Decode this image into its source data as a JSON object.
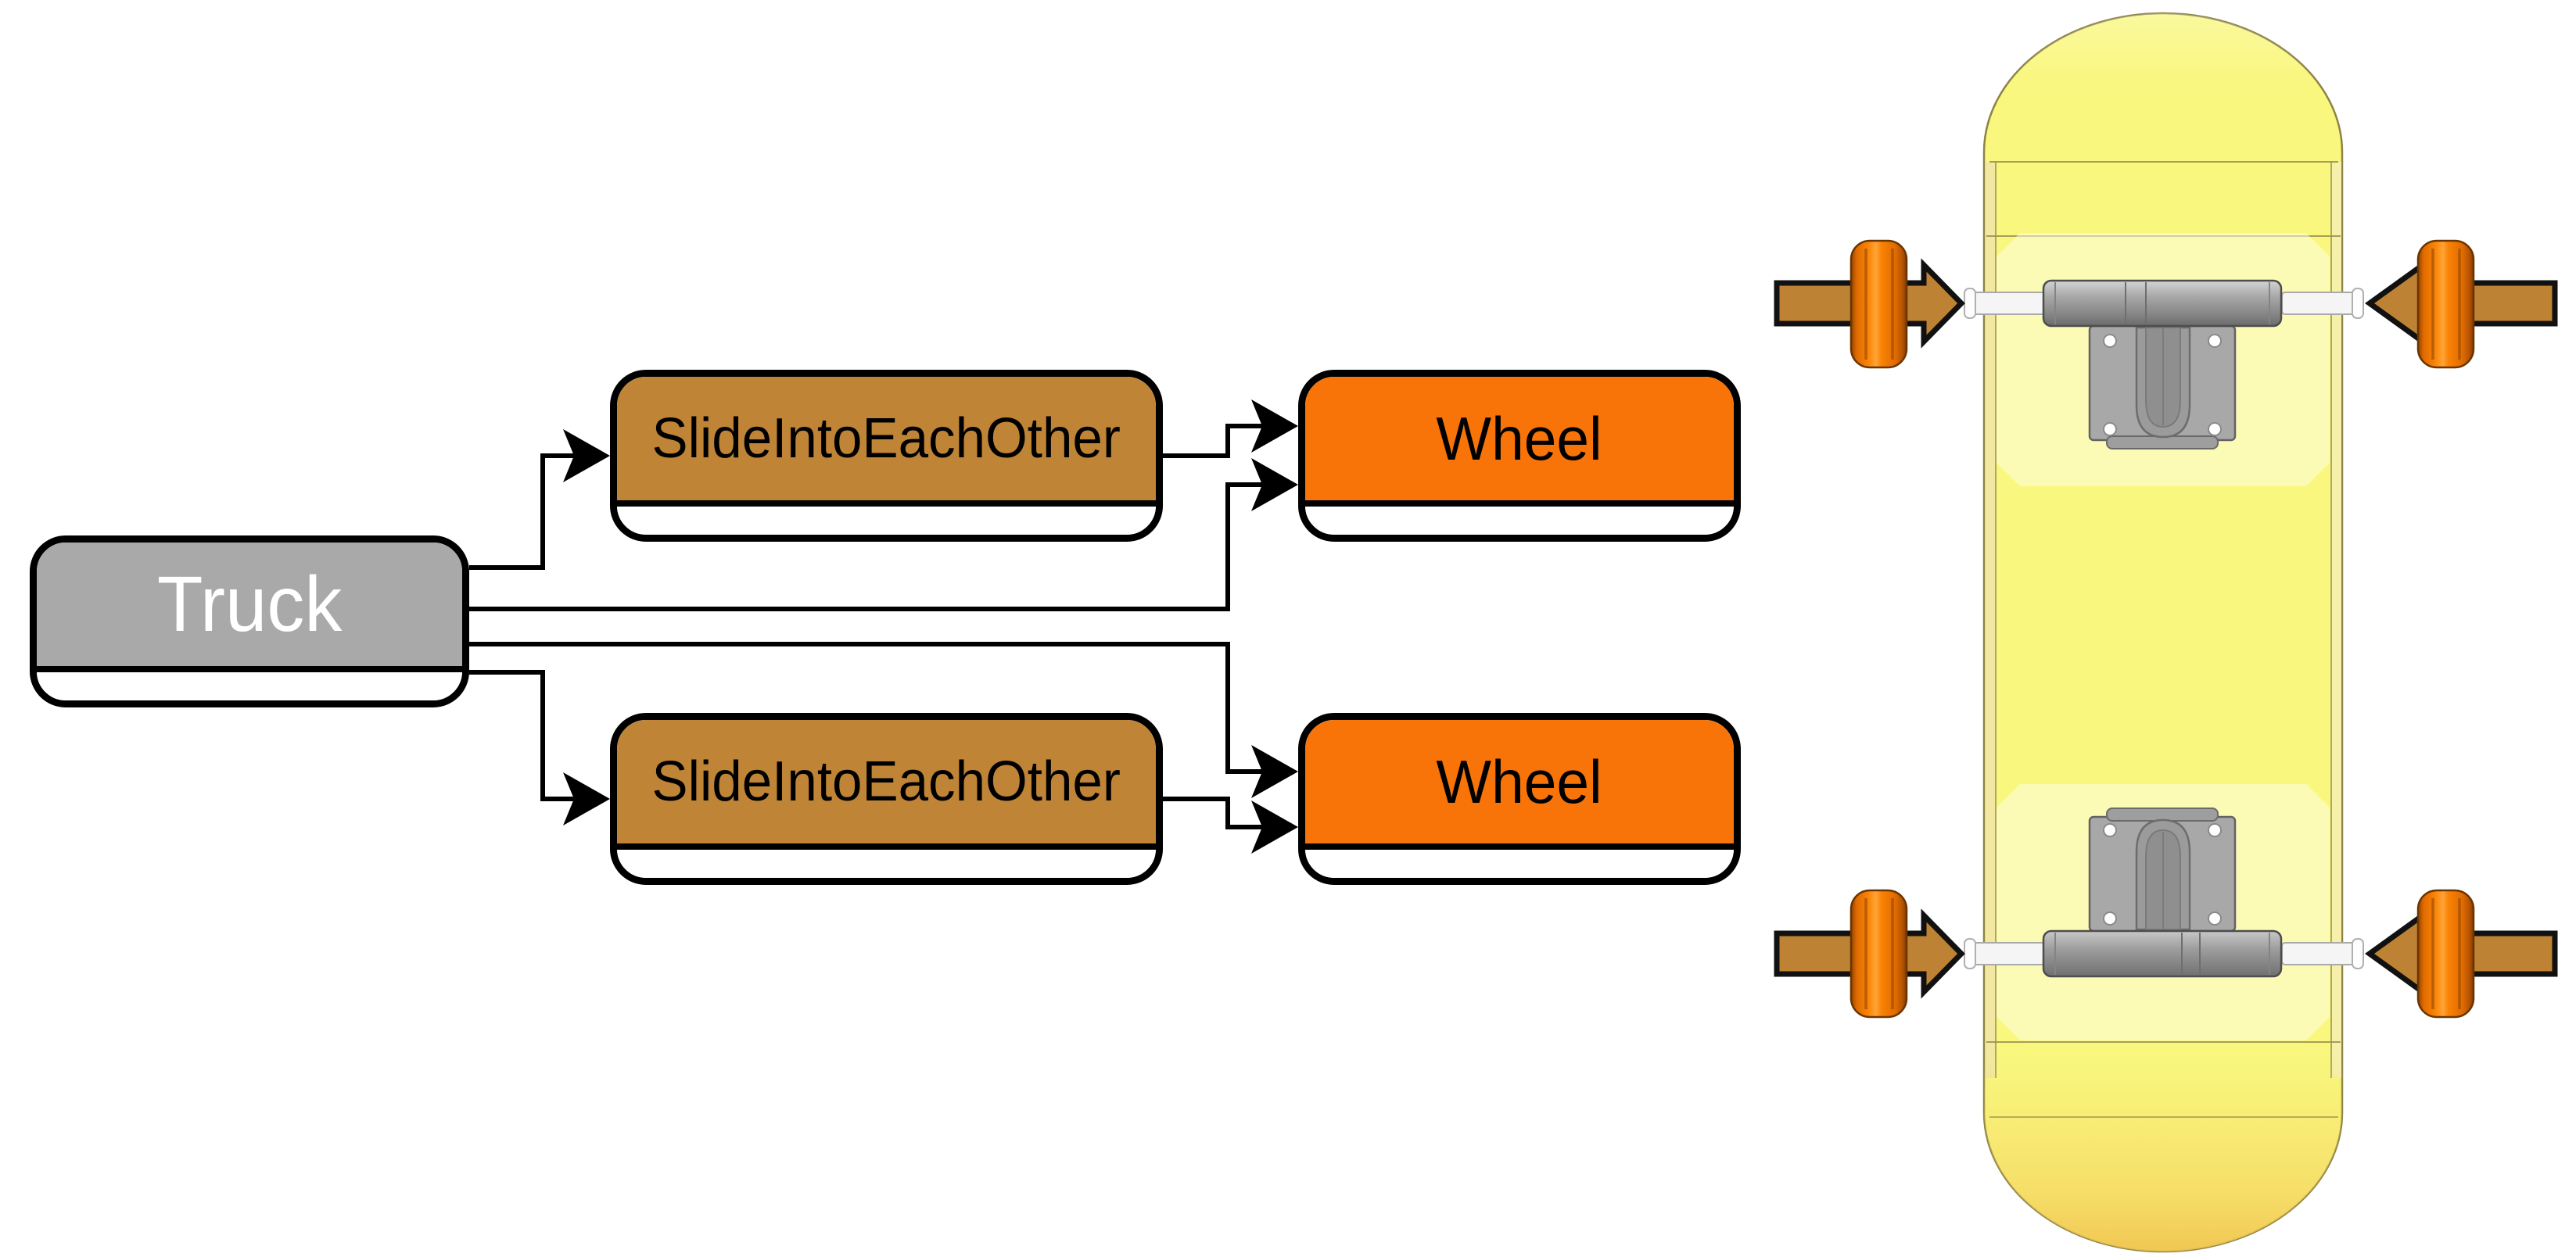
{
  "figure": {
    "background": "#ffffff",
    "description": "Component diagram of a skateboard truck assembly with an illustration of a skateboard underside"
  },
  "diagram": {
    "nodes": {
      "truck": {
        "label": "Truck",
        "fill": "#a9a9a9",
        "text_color": "#ffffff",
        "border_color": "#000000",
        "footer": "white strip"
      },
      "slide_into_each_other_top": {
        "label": "SlideIntoEachOther",
        "fill": "#c08436",
        "text_color": "#000000",
        "border_color": "#000000",
        "footer": "white strip"
      },
      "slide_into_each_other_bottom": {
        "label": "SlideIntoEachOther",
        "fill": "#c08436",
        "text_color": "#000000",
        "border_color": "#000000",
        "footer": "white strip"
      },
      "wheel_top": {
        "label": "Wheel",
        "fill": "#f87408",
        "text_color": "#000000",
        "border_color": "#000000",
        "footer": "white strip"
      },
      "wheel_bottom": {
        "label": "Wheel",
        "fill": "#f87408",
        "text_color": "#000000",
        "border_color": "#000000",
        "footer": "white strip"
      }
    },
    "edges": [
      {
        "from": "truck",
        "to": "slide_into_each_other_top"
      },
      {
        "from": "truck",
        "to": "wheel_top"
      },
      {
        "from": "truck",
        "to": "wheel_bottom"
      },
      {
        "from": "truck",
        "to": "slide_into_each_other_bottom"
      },
      {
        "from": "slide_into_each_other_top",
        "to": "wheel_top"
      },
      {
        "from": "slide_into_each_other_bottom",
        "to": "wheel_bottom"
      }
    ],
    "edge_color": "#000000",
    "arrowhead_style": "filled stealth triangles"
  },
  "illustration": {
    "name": "skateboard-underside",
    "deck_color": "#f9f77d",
    "deck_edge_color": "#8c8446",
    "deck_bottom_shade": "#f1c450",
    "truck_color": "#a8a8a8",
    "hanger_color": "#919191",
    "axle_color": "#f5f5f5",
    "wheel_color": "#f98204",
    "arrow_color": "#bd8233",
    "arrow_outline_color": "#111111",
    "wheel_count": 4,
    "arrow_count": 4,
    "arrow_direction": "pointing inward toward the axles"
  }
}
